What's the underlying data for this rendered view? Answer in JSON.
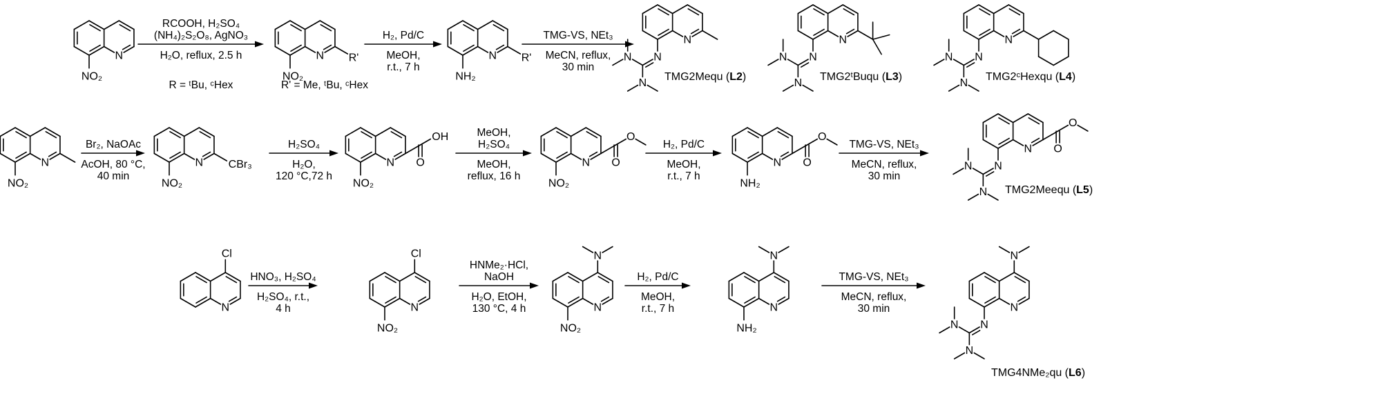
{
  "atoms": {
    "N": "N",
    "NO2": "NO₂",
    "NH2": "NH₂",
    "O": "O",
    "OH": "OH",
    "Cl": "Cl",
    "CBr3": "CBr₃",
    "R_prime": "R'"
  },
  "row1": {
    "arrows": [
      {
        "above": [
          "RCOOH, H₂SO₄",
          "(NH₄)₂S₂O₈, AgNO₃"
        ],
        "below": [
          "H₂O, reflux, 2.5 h"
        ]
      },
      {
        "above": [
          "H₂, Pd/C"
        ],
        "below": [
          "MeOH,",
          "r.t., 7 h"
        ]
      },
      {
        "above": [
          "TMG-VS, NEt₃"
        ],
        "below": [
          "MeCN, reflux,",
          "30 min"
        ]
      }
    ],
    "r_note": "R = ᵗBu, ᶜHex",
    "rprime_note": "R' = Me, ᵗBu, ᶜHex",
    "products": [
      {
        "prefix": "TMG2Mequ (",
        "id": "L2",
        "suffix": ")"
      },
      {
        "prefix": "TMG2ᵗBuqu (",
        "id": "L3",
        "suffix": ")"
      },
      {
        "prefix": "TMG2ᶜHexqu (",
        "id": "L4",
        "suffix": ")"
      }
    ]
  },
  "row2": {
    "arrows": [
      {
        "above": [
          "Br₂, NaOAc"
        ],
        "below": [
          "AcOH, 80 °C,",
          "40 min"
        ]
      },
      {
        "above": [
          "H₂SO₄"
        ],
        "below": [
          "H₂O,",
          "120 °C,72 h"
        ]
      },
      {
        "above": [
          "MeOH,",
          "H₂SO₄"
        ],
        "below": [
          "MeOH,",
          "reflux, 16 h"
        ]
      },
      {
        "above": [
          "H₂, Pd/C"
        ],
        "below": [
          "MeOH,",
          "r.t., 7 h"
        ]
      },
      {
        "above": [
          "TMG-VS, NEt₃"
        ],
        "below": [
          "MeCN, reflux,",
          "30 min"
        ]
      }
    ],
    "product": {
      "prefix": "TMG2Meequ (",
      "id": "L5",
      "suffix": ")"
    }
  },
  "row3": {
    "arrows": [
      {
        "above": [
          "HNO₃, H₂SO₄"
        ],
        "below": [
          "H₂SO₄, r.t.,",
          "4 h"
        ]
      },
      {
        "above": [
          "HNMe₂·HCl,",
          "NaOH"
        ],
        "below": [
          "H₂O, EtOH,",
          "130 °C, 4 h"
        ]
      },
      {
        "above": [
          "H₂, Pd/C"
        ],
        "below": [
          "MeOH,",
          "r.t., 7 h"
        ]
      },
      {
        "above": [
          "TMG-VS, NEt₃"
        ],
        "below": [
          "MeCN, reflux,",
          "30 min"
        ]
      }
    ],
    "product": {
      "prefix": "TMG4NMe₂qu (",
      "id": "L6",
      "suffix": ")"
    }
  }
}
